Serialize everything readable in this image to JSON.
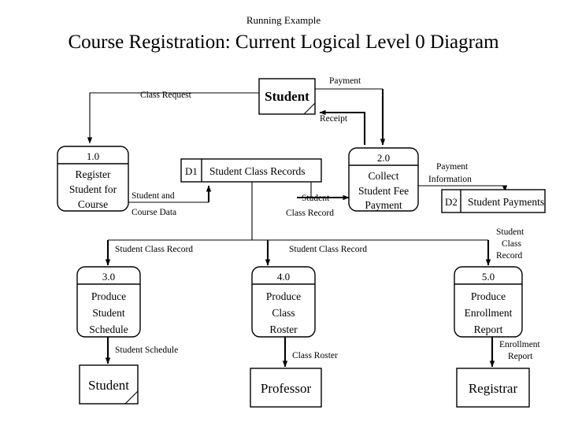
{
  "header": {
    "subtitle": "Running Example",
    "title": "Course Registration: Current Logical Level 0 Diagram"
  },
  "colors": {
    "background": "#ffffff",
    "stroke": "#000000",
    "text": "#000000"
  },
  "entities": [
    {
      "id": "student-top",
      "label": "Student"
    },
    {
      "id": "student-bottom",
      "label": "Student"
    },
    {
      "id": "professor",
      "label": "Professor"
    },
    {
      "id": "registrar",
      "label": "Registrar"
    }
  ],
  "processes": [
    {
      "id": "p1",
      "number": "1.0",
      "name_lines": [
        "Register",
        "Student for",
        "Course"
      ]
    },
    {
      "id": "p2",
      "number": "2.0",
      "name_lines": [
        "Collect",
        "Student Fee",
        "Payment"
      ]
    },
    {
      "id": "p3",
      "number": "3.0",
      "name_lines": [
        "Produce",
        "Student",
        "Schedule"
      ]
    },
    {
      "id": "p4",
      "number": "4.0",
      "name_lines": [
        "Produce",
        "Class",
        "Roster"
      ]
    },
    {
      "id": "p5",
      "number": "5.0",
      "name_lines": [
        "Produce",
        "Enrollment",
        "Report"
      ]
    }
  ],
  "datastores": [
    {
      "id": "d1",
      "code": "D1",
      "name": "Student Class Records"
    },
    {
      "id": "d2",
      "code": "D2",
      "name": "Student Payments"
    }
  ],
  "flows": [
    {
      "id": "f-class-request",
      "label_lines": [
        "Class Request"
      ],
      "from": "student-top",
      "to": "p1"
    },
    {
      "id": "f-payment",
      "label_lines": [
        "Payment"
      ],
      "from": "student-top",
      "to": "p2"
    },
    {
      "id": "f-receipt",
      "label_lines": [
        "Receipt"
      ],
      "from": "p2",
      "to": "student-top"
    },
    {
      "id": "f-student-course-data",
      "label_lines": [
        "Student and",
        "Course Data"
      ],
      "from": "p1",
      "to": "d1"
    },
    {
      "id": "f-student-class-record-to-p2",
      "label_lines": [
        "Student",
        "Class Record"
      ],
      "from": "d1",
      "to": "p2"
    },
    {
      "id": "f-payment-information",
      "label_lines": [
        "Payment",
        "Information"
      ],
      "from": "p2",
      "to": "d2"
    },
    {
      "id": "f-student-class-record-to-p3",
      "label_lines": [
        "Student Class Record"
      ],
      "from": "d1",
      "to": "p3"
    },
    {
      "id": "f-student-class-record-to-p4",
      "label_lines": [
        "Student Class Record"
      ],
      "from": "d1",
      "to": "p4"
    },
    {
      "id": "f-student-class-record-to-p5",
      "label_lines": [
        "Student",
        "Class",
        "Record"
      ],
      "from": "d1",
      "to": "p5"
    },
    {
      "id": "f-student-schedule",
      "label_lines": [
        "Student Schedule"
      ],
      "from": "p3",
      "to": "student-bottom"
    },
    {
      "id": "f-class-roster",
      "label_lines": [
        "Class Roster"
      ],
      "from": "p4",
      "to": "professor"
    },
    {
      "id": "f-enrollment-report",
      "label_lines": [
        "Enrollment",
        "Report"
      ],
      "from": "p5",
      "to": "registrar"
    }
  ]
}
